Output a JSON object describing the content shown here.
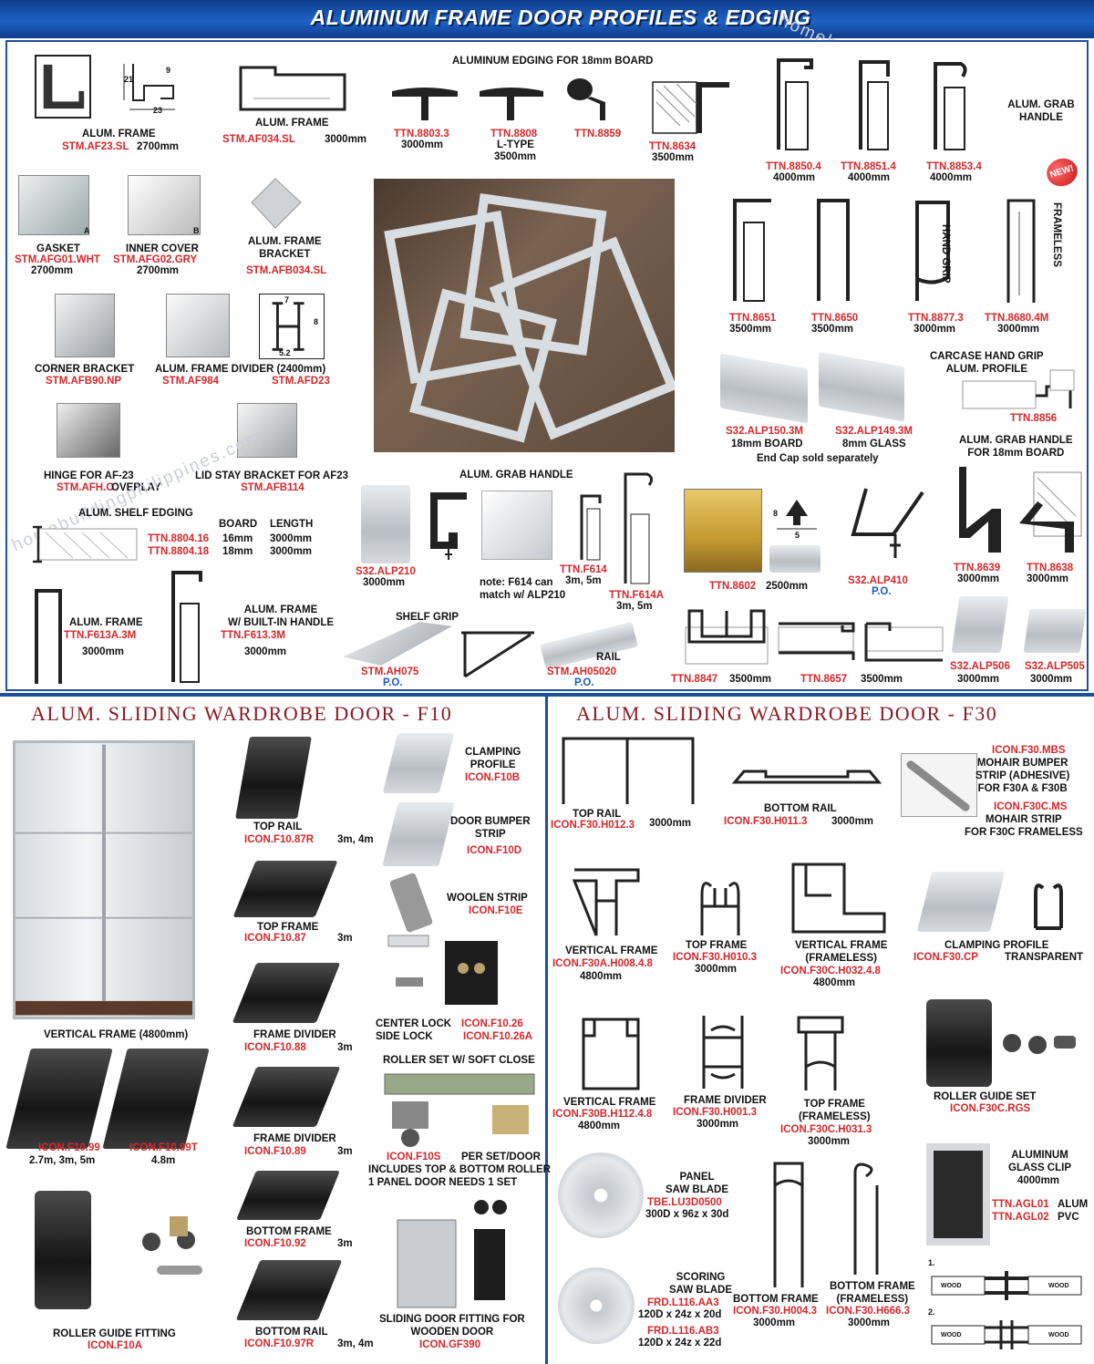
{
  "header": {
    "title": "ALUMINUM FRAME DOOR PROFILES & EDGING",
    "watermark_top": "homebuildingphilippines.com",
    "watermark_mid": "homebuildingphilippines.com"
  },
  "colors": {
    "banner": "#1d62c4",
    "code_red": "#d6282b",
    "po_blue": "#1e5bd0",
    "section_title": "#8c1a22",
    "divider": "#1e4f9a"
  },
  "top": {
    "af23": {
      "name": "ALUM. FRAME",
      "code": "STM.AF23.SL",
      "length": "2700mm",
      "dim_21": "21",
      "dim_9": "9",
      "dim_23": "23"
    },
    "af034": {
      "name": "ALUM. FRAME",
      "code": "STM.AF034.SL",
      "length": "3000mm"
    },
    "edging_title": "ALUMINUM EDGING FOR 18mm BOARD",
    "e8803": {
      "code": "TTN.8803.3",
      "length": "3000mm"
    },
    "e8808": {
      "code": "TTN.8808",
      "type": "L-TYPE",
      "length": "3500mm"
    },
    "e8859": {
      "code": "TTN.8859"
    },
    "e8634": {
      "code": "TTN.8634",
      "length": "3500mm"
    },
    "g8850": {
      "code": "TTN.8850.4",
      "length": "4000mm"
    },
    "g8851": {
      "code": "TTN.8851.4",
      "length": "4000mm"
    },
    "g8853": {
      "code": "TTN.8853.4",
      "length": "4000mm"
    },
    "grab_handle_title": "ALUM. GRAB HANDLE",
    "new_badge": "NEW!",
    "gasket": {
      "name": "GASKET",
      "code": "STM.AFG01.WHT",
      "length": "2700mm",
      "tag": "A"
    },
    "inner_cover": {
      "name": "INNER COVER",
      "code": "STM.AFG02.GRY",
      "length": "2700mm",
      "tag": "B"
    },
    "frame_bracket": {
      "name": "ALUM. FRAME\nBRACKET",
      "code": "STM.AFB034.SL"
    },
    "f8651": {
      "code": "TTN.8651",
      "length": "3500mm"
    },
    "f8650": {
      "code": "TTN.8650",
      "length": "3500mm"
    },
    "f8877": {
      "code": "TTN.8877.3",
      "length": "3000mm",
      "note": "HAND GRIP"
    },
    "f8680": {
      "code": "TTN.8680.4M",
      "length": "3000mm",
      "note": "FRAMELESS"
    },
    "corner_bracket": {
      "name": "CORNER BRACKET",
      "code": "STM.AFB90.NP"
    },
    "divider": {
      "name": "ALUM. FRAME DIVIDER (2400mm)",
      "code1": "STM.AF984",
      "code2": "STM.AFD23",
      "dim_7": "7",
      "dim_8": "8",
      "dim_52": "5.2"
    },
    "carcase": {
      "name": "CARCASE HAND GRIP\nALUM. PROFILE",
      "code": "TTN.8856"
    },
    "alp150": {
      "code": "S32.ALP150.3M",
      "desc": "18mm BOARD"
    },
    "alp149": {
      "code": "S32.ALP149.3M",
      "desc": "8mm GLASS"
    },
    "endcap_note": "End Cap sold separately",
    "hinge": {
      "name": "HINGE FOR AF-23",
      "code": "STM.AFH.O",
      "overlay": "OVERLAY"
    },
    "lid_stay": {
      "name": "LID STAY BRACKET FOR AF23",
      "code": "STM.AFB114"
    },
    "grab18_title": "ALUM. GRAB HANDLE\nFOR 18mm BOARD",
    "shelf_edging": {
      "title": "ALUM. SHELF EDGING",
      "headers": [
        "BOARD",
        "LENGTH"
      ],
      "rows": [
        {
          "code": "TTN.8804.16",
          "board": "16mm",
          "length": "3000mm"
        },
        {
          "code": "TTN.8804.18",
          "board": "18mm",
          "length": "3000mm"
        }
      ]
    },
    "alp210": {
      "code": "S32.ALP210",
      "length": "3000mm"
    },
    "f614_note": "note: F614 can\nmatch w/ ALP210",
    "f614": {
      "code": "TTN.F614",
      "length": "3m, 5m"
    },
    "f614a": {
      "code": "TTN.F614A",
      "length": "3m, 5m"
    },
    "t8602": {
      "code": "TTN.8602",
      "length": "2500mm",
      "dim_8": "8",
      "dim_5": "5"
    },
    "alp410": {
      "code": "S32.ALP410",
      "po": "P.O."
    },
    "t8639": {
      "code": "TTN.8639",
      "length": "3000mm"
    },
    "t8638": {
      "code": "TTN.8638",
      "length": "3000mm"
    },
    "f613": {
      "name": "ALUM. FRAME",
      "code": "TTN.F613A.3M",
      "length": "3000mm"
    },
    "f613h": {
      "name": "ALUM. FRAME\nW/ BUILT-IN HANDLE",
      "code": "TTN.F613.3M",
      "length": "3000mm"
    },
    "shelf_grip": {
      "name": "SHELF GRIP",
      "code": "STM.AH075",
      "po": "P.O."
    },
    "rail": {
      "name": "RAIL",
      "code": "STM.AH05020",
      "po": "P.O."
    },
    "t8847": {
      "code": "TTN.8847",
      "length": "3500mm"
    },
    "t8657": {
      "code": "TTN.8657",
      "length": "3500mm"
    },
    "alp506": {
      "code": "S32.ALP506",
      "length": "3000mm"
    },
    "alp505": {
      "code": "S32.ALP505",
      "length": "3000mm"
    }
  },
  "f10": {
    "title": "ALUM. SLIDING WARDROBE DOOR - F10",
    "vertical_frame_caption": "VERTICAL FRAME (4800mm)",
    "top_rail": {
      "name": "TOP RAIL",
      "code": "ICON.F10.87R",
      "length": "3m, 4m"
    },
    "top_frame": {
      "name": "TOP FRAME",
      "code": "ICON.F10.87",
      "length": "3m"
    },
    "frame_divider1": {
      "name": "FRAME DIVIDER",
      "code": "ICON.F10.88",
      "length": "3m"
    },
    "frame_divider2": {
      "name": "FRAME DIVIDER",
      "code": "ICON.F10.89",
      "length": "3m"
    },
    "bottom_frame": {
      "name": "BOTTOM FRAME",
      "code": "ICON.F10.92",
      "length": "3m"
    },
    "bottom_rail": {
      "name": "BOTTOM RAIL",
      "code": "ICON.F10.97R",
      "length": "3m, 4m"
    },
    "vf99": {
      "code": "ICON.F10.99",
      "length": "2.7m, 3m, 5m"
    },
    "vf99t": {
      "code": "ICON.F10.99T",
      "length": "4.8m"
    },
    "roller_guide": {
      "name": "ROLLER GUIDE FITTING",
      "code": "ICON.F10A"
    },
    "clamping": {
      "name": "CLAMPING\nPROFILE",
      "code": "ICON.F10B"
    },
    "bumper": {
      "name": "DOOR BUMPER\nSTRIP",
      "code": "ICON.F10D"
    },
    "woolen": {
      "name": "WOOLEN STRIP",
      "code": "ICON.F10E"
    },
    "lock": {
      "name1": "CENTER LOCK",
      "code1": "ICON.F10.26",
      "name2": "SIDE LOCK",
      "code2": "ICON.F10.26A"
    },
    "roller_set": {
      "name": "ROLLER SET W/ SOFT CLOSE",
      "code": "ICON.F10S",
      "per": "PER SET/DOOR",
      "note1": "INCLUDES TOP & BOTTOM ROLLER",
      "note2": "1 PANEL DOOR NEEDS 1 SET"
    },
    "sliding_fitting": {
      "name": "SLIDING DOOR FITTING FOR\nWOODEN DOOR",
      "code": "ICON.GF390"
    }
  },
  "f30": {
    "title": "ALUM. SLIDING WARDROBE DOOR - F30",
    "top_rail": {
      "name": "TOP RAIL",
      "code": "ICON.F30.H012.3",
      "length": "3000mm"
    },
    "bottom_rail": {
      "name": "BOTTOM RAIL",
      "code": "ICON.F30.H011.3",
      "length": "3000mm"
    },
    "mohair": {
      "code1": "ICON.F30.MBS",
      "name1": "MOHAIR BUMPER\nSTRIP (ADHESIVE)\nFOR F30A & F30B",
      "code2": "ICON.F30C.MS",
      "name2": "MOHAIR STRIP\nFOR F30C FRAMELESS"
    },
    "vf_a": {
      "name": "VERTICAL FRAME",
      "code": "ICON.F30A.H008.4.8",
      "length": "4800mm"
    },
    "top_frame": {
      "name": "TOP FRAME",
      "code": "ICON.F30.H010.3",
      "length": "3000mm"
    },
    "vf_c": {
      "name": "VERTICAL FRAME\n(FRAMELESS)",
      "code": "ICON.F30C.H032.4.8",
      "length": "4800mm"
    },
    "clamping": {
      "name": "CLAMPING PROFILE",
      "code": "ICON.F30.CP",
      "note": "TRANSPARENT"
    },
    "vf_b": {
      "name": "VERTICAL FRAME",
      "code": "ICON.F30B.H112.4.8",
      "length": "4800mm"
    },
    "frame_divider": {
      "name": "FRAME DIVIDER",
      "code": "ICON.F30.H001.3",
      "length": "3000mm"
    },
    "top_frame_c": {
      "name": "TOP FRAME\n(FRAMELESS)",
      "code": "ICON.F30C.H031.3",
      "length": "3000mm"
    },
    "roller_guide": {
      "name": "ROLLER GUIDE SET",
      "code": "ICON.F30C.RGS"
    },
    "panel_blade": {
      "name": "PANEL\nSAW BLADE",
      "code": "TBE.LU3D0500",
      "spec": "300D x 96z x 30d"
    },
    "glass_clip": {
      "name": "ALUMINUM\nGLASS CLIP",
      "length": "4000mm",
      "code1": "TTN.AGL01",
      "mat1": "ALUM",
      "code2": "TTN.AGL02",
      "mat2": "PVC"
    },
    "scoring_blade": {
      "name": "SCORING\nSAW BLADE",
      "code1": "FRD.L116.AA3",
      "spec1": "120D x 24z x 20d",
      "code2": "FRD.L116.AB3",
      "spec2": "120D x 24z x 22d"
    },
    "bottom_frame": {
      "name": "BOTTOM FRAME",
      "code": "ICON.F30.H004.3",
      "length": "3000mm"
    },
    "bottom_frame_c": {
      "name": "BOTTOM FRAME\n(FRAMELESS)",
      "code": "ICON.F30.H666.3",
      "length": "3000mm"
    },
    "clip_diag": {
      "n1": "1.",
      "n2": "2.",
      "wood": "WOOD"
    }
  }
}
